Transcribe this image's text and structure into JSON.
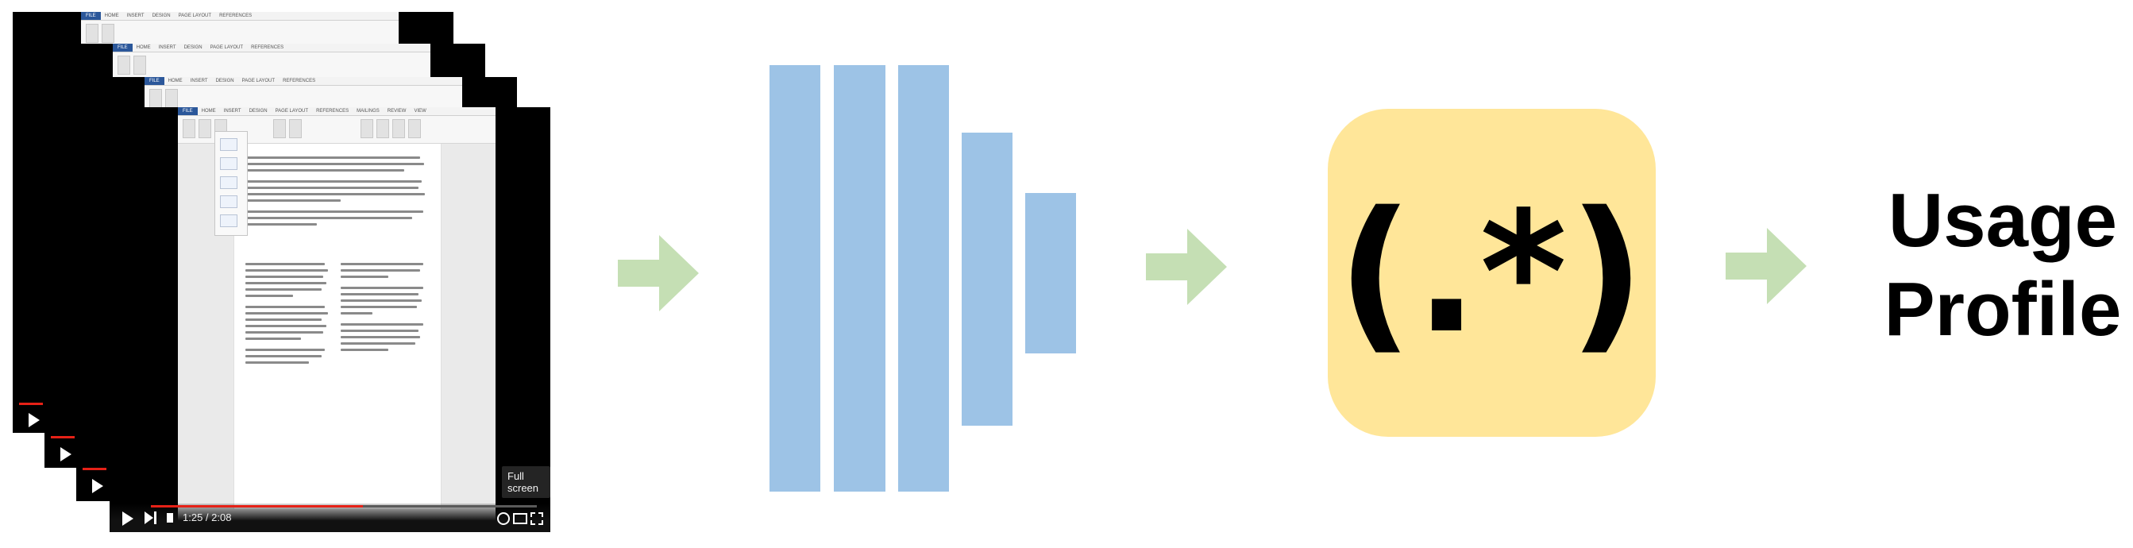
{
  "input_frames": {
    "ribbon_tabs": [
      "FILE",
      "HOME",
      "INSERT",
      "DESIGN",
      "PAGE LAYOUT",
      "REFERENCES",
      "MAILINGS",
      "REVIEW",
      "VIEW"
    ],
    "player": {
      "time_display": "1:25 / 2:08",
      "fullscreen_tooltip": "Full screen"
    },
    "progress_fraction": 0.55
  },
  "regex": {
    "text": "(.*)"
  },
  "output": {
    "line1": "Usage",
    "line2": "Profile"
  },
  "colors": {
    "arrow": "#c5dfb4",
    "layer": "#9dc3e6",
    "regex_box": "#ffe699"
  }
}
